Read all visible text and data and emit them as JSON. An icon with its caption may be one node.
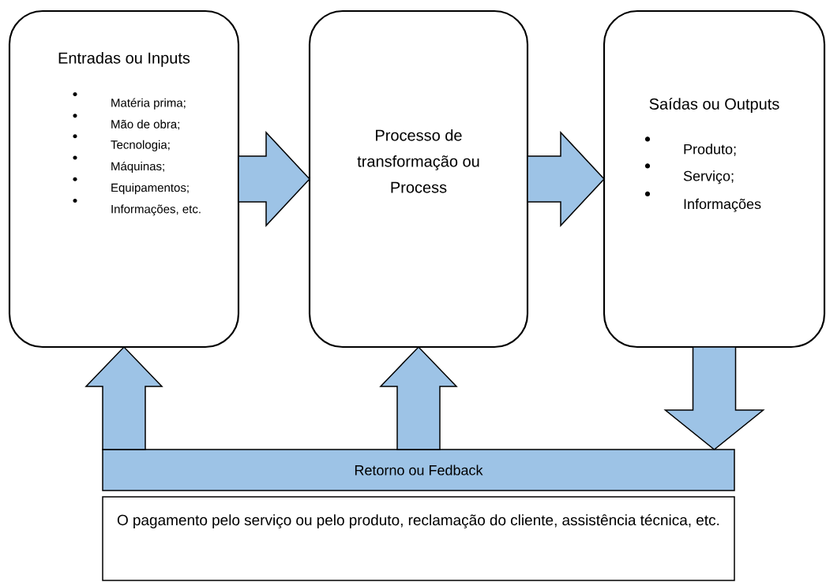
{
  "diagram": {
    "nodes": [
      {
        "text": [
          "Entradas ou Inputs",
          "Matéria prima;",
          "Mão de obra;",
          "Tecnologia;",
          "Máquinas;",
          "Equipamentos;",
          "Informações, etc."
        ]
      },
      {
        "text": [
          "Processo de transformação ou Process"
        ]
      },
      {
        "text": [
          "Saídas ou Outputs",
          "Produto;",
          "Serviço;",
          "Informações"
        ]
      },
      {
        "text": [
          "Retorno ou Fedback"
        ]
      },
      {
        "text": [
          "O pagamento pelo serviço ou pelo produto, reclamação do cliente, assistência técnica, etc."
        ]
      }
    ],
    "edges": [
      {
        "from": 0,
        "to": 1,
        "arrow": "to"
      },
      {
        "from": 1,
        "to": 2,
        "arrow": "to"
      },
      {
        "from": 2,
        "to": 3,
        "arrow": "to"
      },
      {
        "from": 3,
        "to": 0,
        "arrow": "to"
      },
      {
        "from": 3,
        "to": 1,
        "arrow": "to"
      }
    ]
  }
}
